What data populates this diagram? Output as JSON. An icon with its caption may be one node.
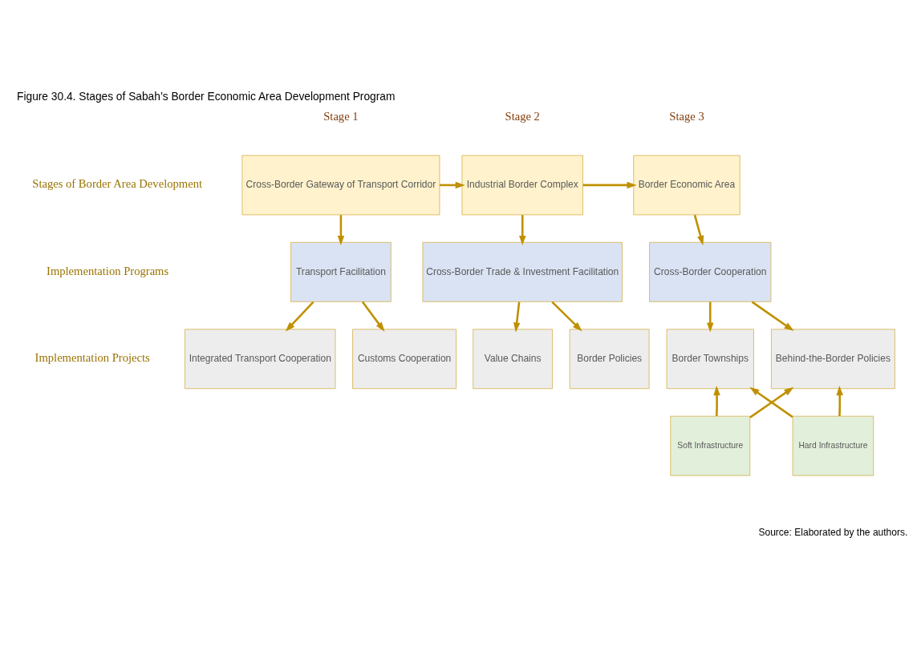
{
  "diagram": {
    "title": "Figure 30.4. Stages of Sabah’s Border Economic Area Development Program",
    "caption": "Source: Elaborated by the authors.",
    "nodes": [
      {
        "text": [
          "Cross-Border Gateway of Transport Corridor"
        ]
      },
      {
        "text": [
          "Industrial Border Complex"
        ]
      },
      {
        "text": [
          "Border Economic Area"
        ]
      },
      {
        "text": [
          "Transport Facilitation"
        ]
      },
      {
        "text": [
          "Cross-Border Trade & Investment Facilitation"
        ]
      },
      {
        "text": [
          "Cross-Border Cooperation"
        ]
      },
      {
        "text": [
          "Customs Cooperation"
        ]
      },
      {
        "text": [
          "Integrated Transport Cooperation"
        ]
      },
      {
        "text": [
          "Border Policies"
        ]
      },
      {
        "text": [
          "Value Chains"
        ]
      },
      {
        "text": [
          "Behind-the-Border Policies"
        ]
      },
      {
        "text": [
          "Border Townships"
        ]
      },
      {
        "text": [
          "Hard Infrastructure"
        ]
      },
      {
        "text": [
          "Soft Infrastructure"
        ]
      }
    ],
    "edges": [
      {
        "from": 0,
        "to": 1,
        "arrow": "to"
      },
      {
        "from": 1,
        "to": 2,
        "arrow": "to"
      },
      {
        "from": 0,
        "to": 3,
        "arrow": "to"
      },
      {
        "from": 1,
        "to": 4,
        "arrow": "to"
      },
      {
        "from": 2,
        "to": 5,
        "arrow": "to"
      },
      {
        "from": 3,
        "to": 6,
        "arrow": "to"
      },
      {
        "from": 3,
        "to": 7,
        "arrow": "to"
      },
      {
        "from": 4,
        "to": 8,
        "arrow": "to"
      },
      {
        "from": 4,
        "to": 9,
        "arrow": "to"
      },
      {
        "from": 5,
        "to": 10,
        "arrow": "to"
      },
      {
        "from": 5,
        "to": 11,
        "arrow": "to"
      },
      {
        "from": 12,
        "to": 10,
        "arrow": "to"
      },
      {
        "from": 12,
        "to": 11,
        "arrow": "to"
      },
      {
        "from": 13,
        "to": 10,
        "arrow": "to"
      },
      {
        "from": 13,
        "to": 11,
        "arrow": "to"
      }
    ],
    "labels": [
      "Stage 1",
      "Stage 2",
      "Stage 3",
      "Stages of Border Area Development",
      "Implementation Programs",
      "Implementation Projects"
    ]
  }
}
